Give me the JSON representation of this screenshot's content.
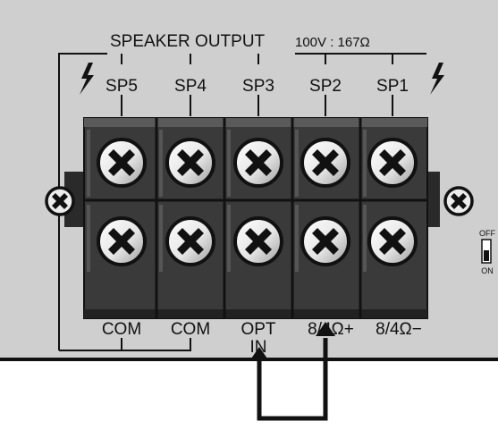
{
  "panel": {
    "title": "SPEAKER OUTPUT",
    "rating": "100V : 167Ω",
    "top_labels": [
      "SP5",
      "SP4",
      "SP3",
      "SP2",
      "SP1"
    ],
    "bottom_labels": [
      "COM",
      "COM",
      "OPT",
      "8/4Ω+",
      "8/4Ω−"
    ],
    "opt_sub_label": "IN",
    "switch": {
      "off_label": "OFF",
      "on_label": "ON"
    }
  }
}
